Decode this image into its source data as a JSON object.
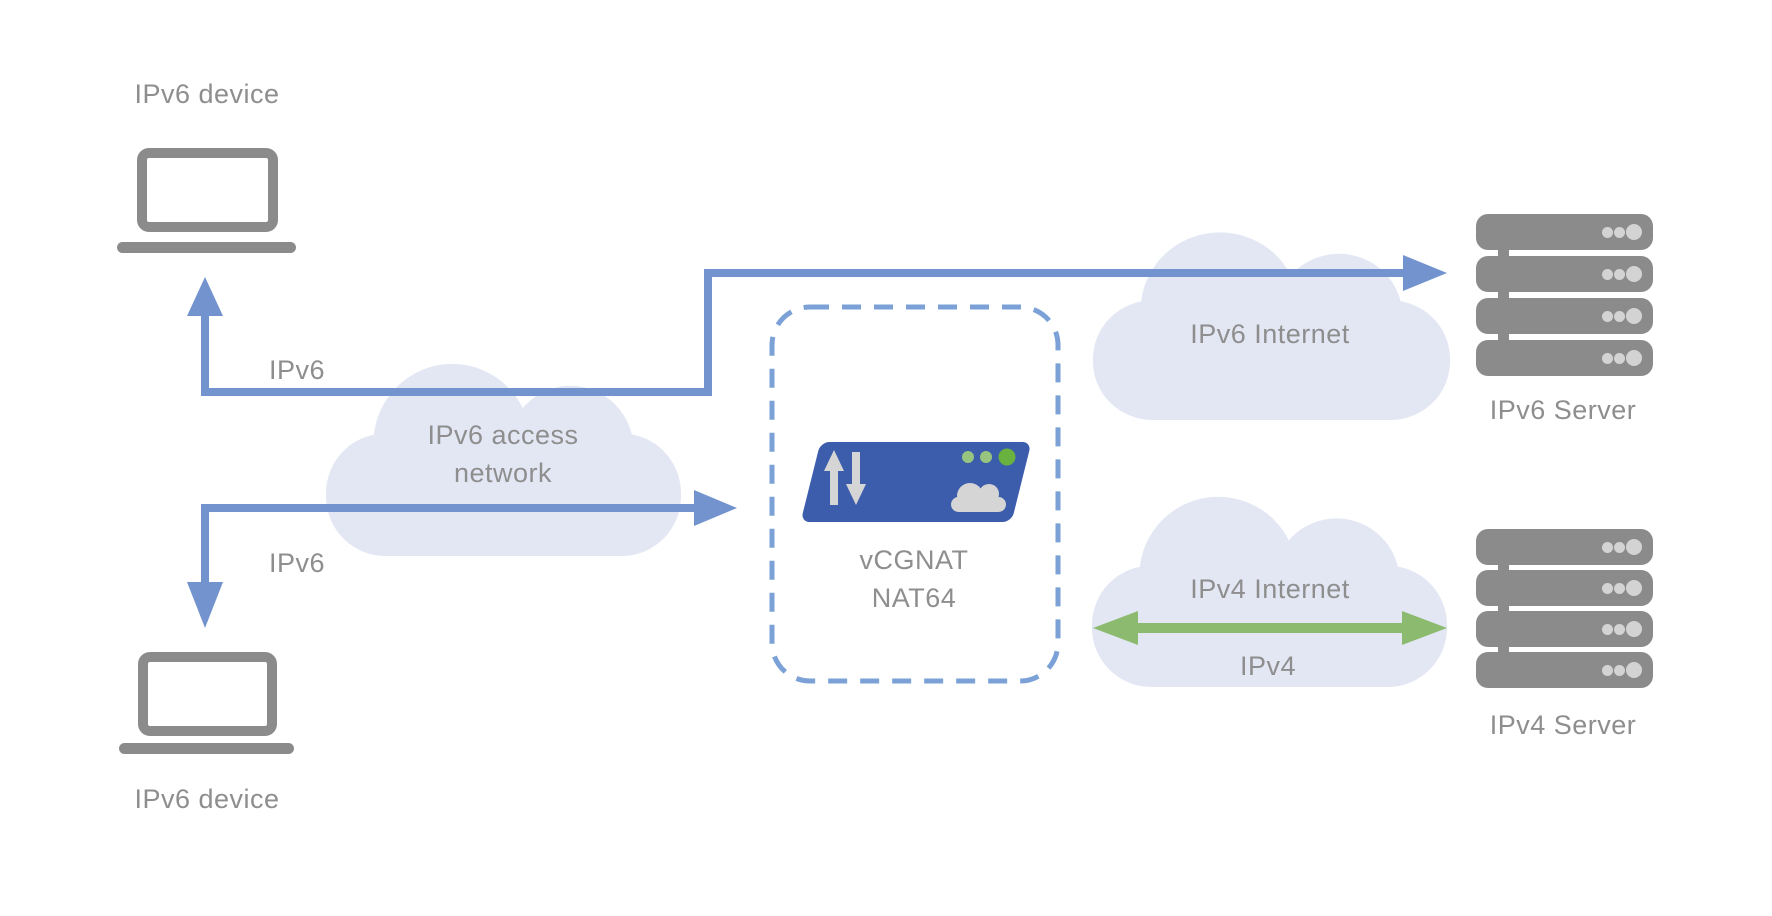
{
  "nodes": {
    "device_top": {
      "label": "IPv6 device"
    },
    "device_bottom": {
      "label": "IPv6 device"
    },
    "access_network_cloud": {
      "line1": "IPv6 access",
      "line2": "network"
    },
    "nat_device": {
      "line1": "vCGNAT",
      "line2": "NAT64"
    },
    "ipv6_internet_cloud": {
      "label": "IPv6 Internet"
    },
    "ipv4_internet_cloud": {
      "label": "IPv4 Internet"
    },
    "ipv6_server": {
      "label": "IPv6 Server"
    },
    "ipv4_server": {
      "label": "IPv4 Server"
    }
  },
  "edges": {
    "device_top_link": {
      "label": "IPv6"
    },
    "device_bottom_link": {
      "label": "IPv6"
    },
    "ipv4_link": {
      "label": "IPv4"
    }
  },
  "icons": {
    "device": "laptop-icon",
    "nat": "router-icon",
    "network": "cloud-shape",
    "server": "server-stack-icon"
  },
  "colors": {
    "arrow_blue": "#7293ce",
    "dash_blue": "#7ba1d7",
    "device_blue": "#3c5dab",
    "green": "#8cba6e",
    "dot_green_light": "#97c47e",
    "dot_green_bright": "#69b23f",
    "cloud_fill": "#e3e7f4",
    "icon_gray": "#8b8b8b",
    "dot_gray": "#d3d3d3",
    "device_lightgray": "#d5d5d5",
    "text_gray": "#8e8e8e"
  }
}
